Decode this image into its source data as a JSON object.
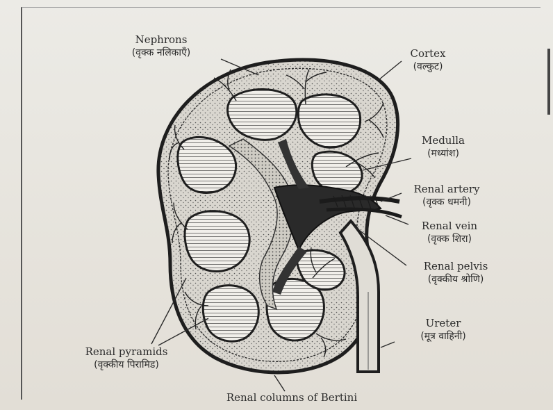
{
  "labels": {
    "nephrons": {
      "en": "Nephrons",
      "hi": "(वृक्क नलिकाएँ)"
    },
    "cortex": {
      "en": "Cortex",
      "hi": "(वल्कुट)"
    },
    "medulla": {
      "en": "Medulla",
      "hi": "(मध्यांश)"
    },
    "renal_artery": {
      "en": "Renal artery",
      "hi": "(वृक्क धमनी)"
    },
    "renal_vein": {
      "en": "Renal vein",
      "hi": "(वृक्क शिरा)"
    },
    "renal_pelvis": {
      "en": "Renal pelvis",
      "hi": "(वृक्कीय श्रोणि)"
    },
    "ureter": {
      "en": "Ureter",
      "hi": "(मूत्र वाहिनी)"
    },
    "renal_pyramids": {
      "en": "Renal pyramids",
      "hi": "(वृक्कीय पिरामिड)"
    },
    "renal_columns": {
      "en": "Renal columns of Bertini"
    }
  },
  "colors": {
    "ink": "#2a2a2a",
    "paper": "#e9e6df",
    "tissue": "#d8d5ce",
    "dark": "#1e1e1e"
  }
}
